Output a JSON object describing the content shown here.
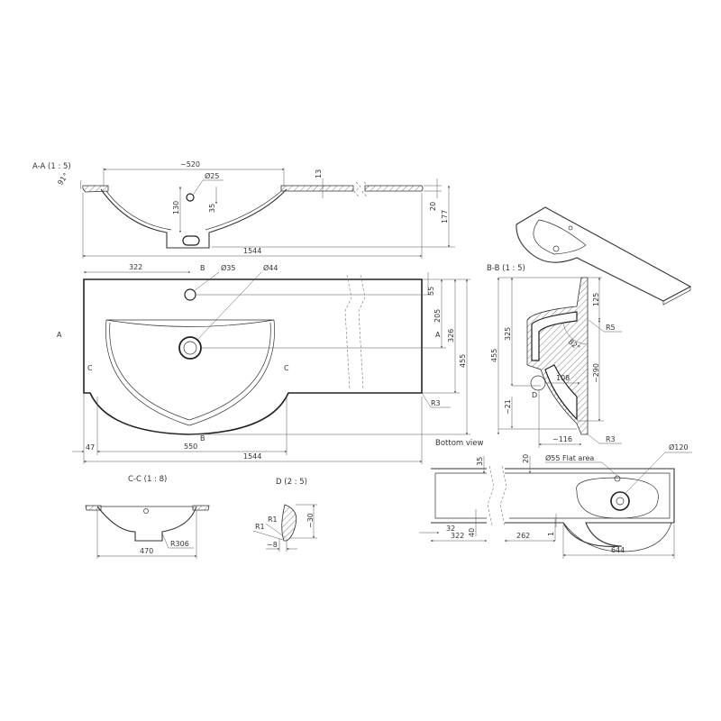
{
  "views": {
    "section_aa": {
      "title": "A-A (1 : 5)",
      "angle": "91°",
      "dims": {
        "width_bowl": "~520",
        "hole_dia": "Ø25",
        "depth_130": "130",
        "hole_offset": "35",
        "thickness": "13",
        "edge_thickness": "20",
        "height": "177",
        "overall_length": "1544"
      }
    },
    "top_view": {
      "section_marks": {
        "a": "A",
        "b": "B",
        "c": "C"
      },
      "dims": {
        "hole_from_left": "322",
        "tap_hole_dia": "Ø35",
        "drain_dia": "Ø44",
        "d55": "55",
        "d205": "205",
        "d326": "326",
        "d455": "455",
        "radius": "R3",
        "left_offset": "47",
        "bowl_width": "550",
        "overall_length": "1544"
      }
    },
    "section_bb": {
      "title": "B-B (1 : 5)",
      "detail_mark": "D",
      "dims": {
        "d455": "455",
        "d325": "325",
        "d125": "125",
        "radius_r5": "R5",
        "angle": "82°",
        "d290": "~290",
        "d108": "108",
        "d21": "~21",
        "d116": "~116",
        "radius_r3": "R3"
      }
    },
    "section_cc": {
      "title": "C-C (1 : 8)",
      "dims": {
        "width": "470",
        "radius": "R306"
      }
    },
    "detail_d": {
      "title": "D (2 : 5)",
      "dims": {
        "r1a": "R1",
        "r1b": "R1",
        "height": "~30",
        "width": "~8"
      }
    },
    "bottom_view": {
      "title": "Bottom view",
      "dims": {
        "d35": "35",
        "d20": "20",
        "flat_area": "Ø55 Flat area",
        "drain": "Ø120",
        "d32": "32",
        "d322": "322",
        "d40": "40",
        "d262": "262",
        "d1": "1",
        "d644": "644"
      }
    }
  }
}
